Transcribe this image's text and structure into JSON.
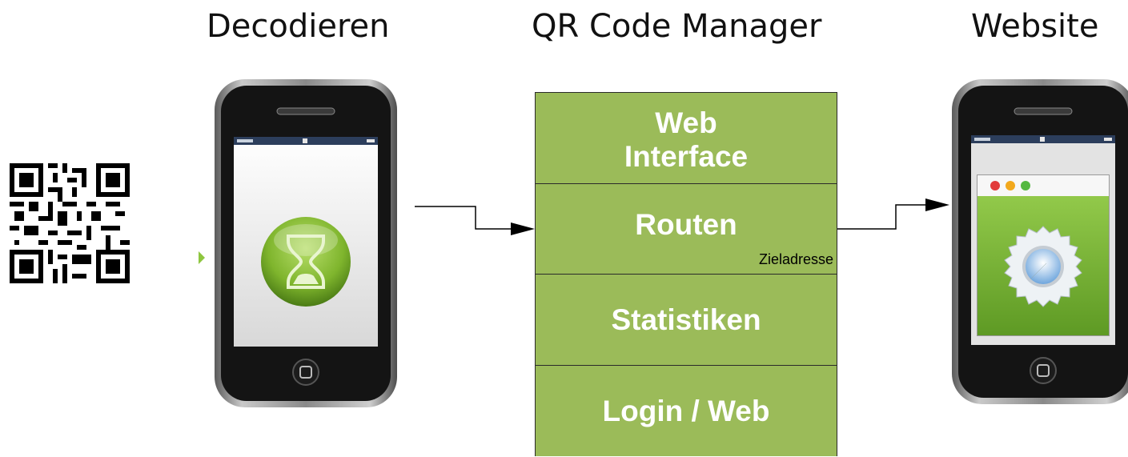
{
  "headings": {
    "decode": "Decodieren",
    "manager": "QR Code Manager",
    "website": "Website"
  },
  "layers": {
    "web_interface": "Web\nInterface",
    "routen": "Routen",
    "routen_note": "Zieladresse",
    "statistics": "Statistiken",
    "login": "Login / Web"
  },
  "colors": {
    "layer_fill": "#9bbb59",
    "phone_screen_green": "#7db13a"
  },
  "icons": {
    "qr": "qr-code-icon",
    "decode_phone": "smartphone-hourglass-icon",
    "website_phone": "smartphone-safari-browser-icon"
  }
}
